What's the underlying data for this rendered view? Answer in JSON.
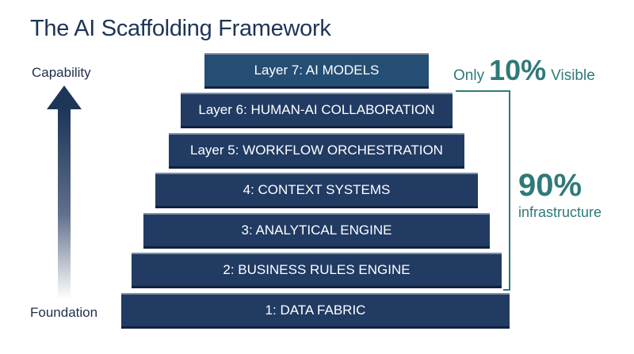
{
  "title": "The AI Scaffolding Framework",
  "axis": {
    "top_label": "Capability",
    "bottom_label": "Foundation"
  },
  "layers": [
    {
      "label": "Layer 7: AI MODELS"
    },
    {
      "label": "Layer 6: HUMAN-AI COLLABORATION"
    },
    {
      "label": "Layer 5: WORKFLOW ORCHESTRATION"
    },
    {
      "label": "4: CONTEXT SYSTEMS"
    },
    {
      "label": "3: ANALYTICAL ENGINE"
    },
    {
      "label": "2: BUSINESS RULES ENGINE"
    },
    {
      "label": "1: DATA FABRIC"
    }
  ],
  "visible": {
    "prefix": "Only",
    "percent": "10%",
    "suffix": "Visible"
  },
  "infrastructure": {
    "percent": "90%",
    "label": "infrastructure"
  },
  "colors": {
    "layer": "#213b63",
    "top_layer": "#254e75",
    "accent": "#2f7a78",
    "title": "#1d3557"
  }
}
